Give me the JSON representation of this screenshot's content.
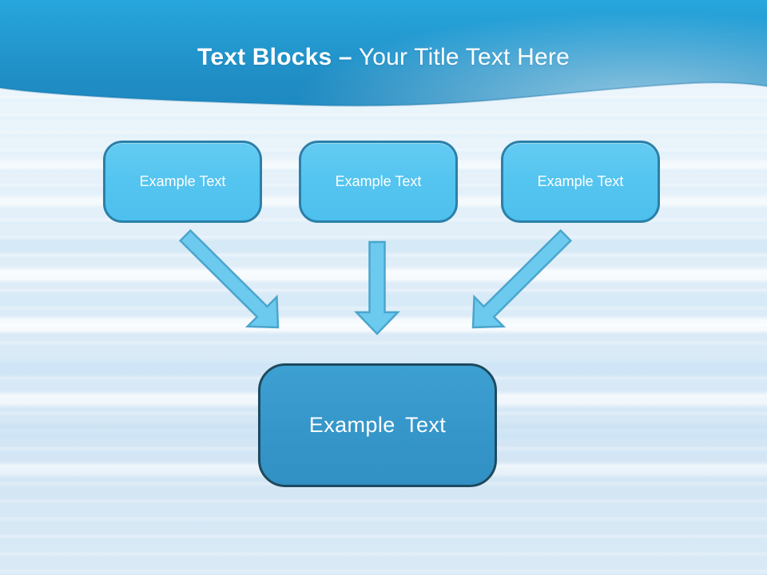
{
  "slide": {
    "title": {
      "bold": "Text Blocks –",
      "regular": "Your Title Text Here"
    },
    "top_boxes": [
      {
        "label": "Example Text"
      },
      {
        "label": "Example Text"
      },
      {
        "label": "Example Text"
      }
    ],
    "center_box": {
      "label": "Example Text"
    },
    "icons": {
      "left_arrow": "down-right-arrow-icon",
      "middle_arrow": "down-arrow-icon",
      "right_arrow": "down-left-arrow-icon"
    },
    "colors": {
      "header_blue_top": "#27A6DD",
      "header_blue_bottom": "#1E8AC1",
      "body_light_blue": "#E2EFF9",
      "small_box_fill": "#55C5F0",
      "small_box_border": "#2B80A9",
      "center_box_fill": "#3697CA",
      "center_box_border": "#1E4A5E",
      "arrow_fill": "#6CCAEF",
      "arrow_border": "#4BA5CC",
      "title_text": "#FFFFFF"
    }
  }
}
